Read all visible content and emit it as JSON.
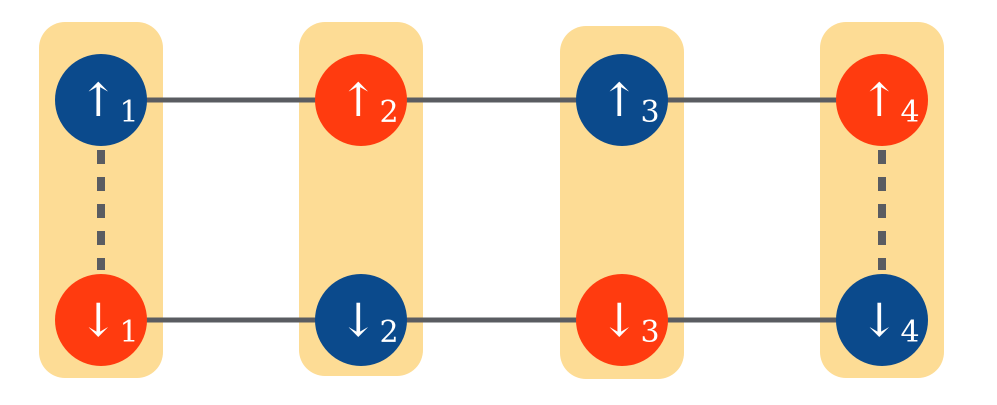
{
  "colors": {
    "background": "#ffffff",
    "site_box": "#FDDC95",
    "node_blue": "#0B4A8C",
    "node_red": "#FF3B0F",
    "edge": "#5A5C61",
    "text": "#ffffff"
  },
  "sites": [
    {
      "up": {
        "arrow": "↑",
        "index": "1",
        "color": "blue"
      },
      "down": {
        "arrow": "↓",
        "index": "1",
        "color": "red"
      },
      "vertical_bond": "dashed"
    },
    {
      "up": {
        "arrow": "↑",
        "index": "2",
        "color": "red"
      },
      "down": {
        "arrow": "↓",
        "index": "2",
        "color": "blue"
      },
      "vertical_bond": "none"
    },
    {
      "up": {
        "arrow": "↑",
        "index": "3",
        "color": "blue"
      },
      "down": {
        "arrow": "↓",
        "index": "3",
        "color": "red"
      },
      "vertical_bond": "none"
    },
    {
      "up": {
        "arrow": "↑",
        "index": "4",
        "color": "red"
      },
      "down": {
        "arrow": "↓",
        "index": "4",
        "color": "blue"
      },
      "vertical_bond": "dashed"
    }
  ],
  "horizontal_bonds": [
    "up-chain",
    "down-chain"
  ]
}
